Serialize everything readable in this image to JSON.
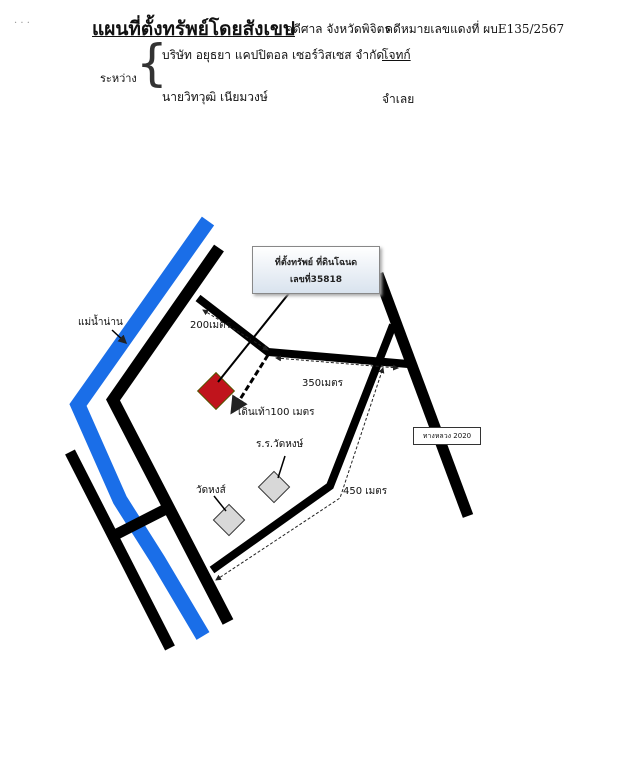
{
  "header": {
    "title": "แผนที่ตั้งทรัพย์โดยสังเขป",
    "court": "คดีศาล จังหวัดพิจิตร",
    "case_number": "คดีหมายเลขแดงที่  ผบE135/2567",
    "between": "ระหว่าง",
    "plaintiff": "บริษัท อยุธยา แคปปิตอล เซอร์วิสเซส จำกัด",
    "plaintiff_role": "โจทก์",
    "defendant": "นายวิทวุฒิ เนียมวงษ์",
    "defendant_role": "จำเลย"
  },
  "map": {
    "callout_line1": "ที่ตั้งทรัพย์ ที่ดินโฉนด",
    "callout_line2": "เลขที่35818",
    "river": "แม่น้ำน่าน",
    "dist_200": "200เมตร",
    "dist_350": "350เมตร",
    "walk_100": "เดินเท้า100 เมตร",
    "school": "ร.ร.วัดหงษ์",
    "temple": "วัดหงส์",
    "dist_450": "450 เมตร",
    "highway": "ทางหลวง 2020"
  },
  "colors": {
    "river": "#1a6ee8",
    "road": "#000000",
    "property": "#c0141c",
    "landmark": "#d8d8d8"
  }
}
